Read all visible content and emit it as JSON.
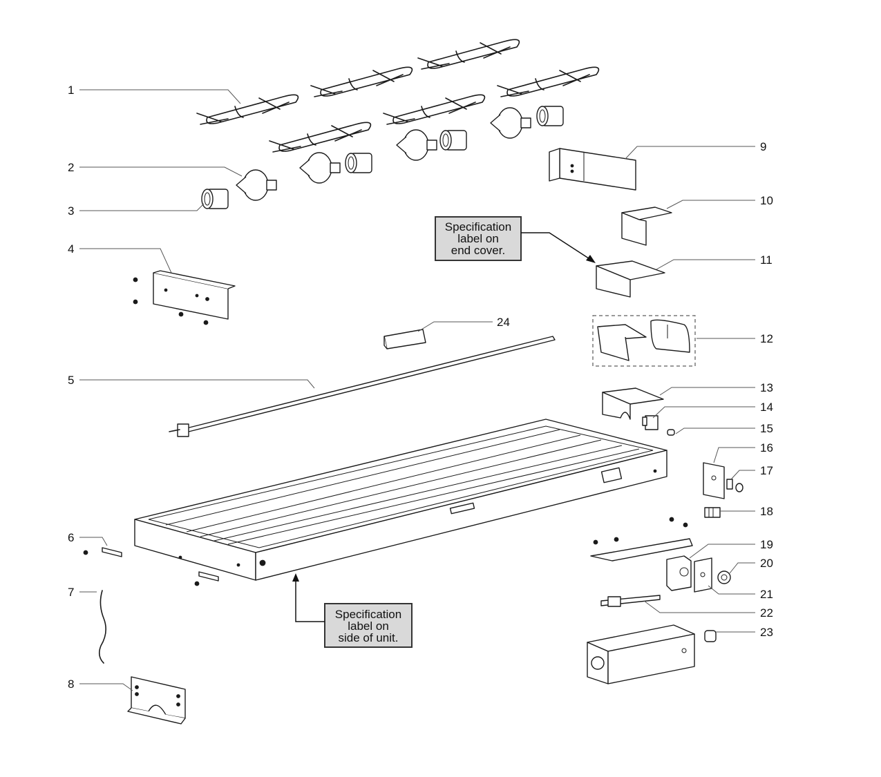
{
  "parts": [
    {
      "num": "1"
    },
    {
      "num": "2"
    },
    {
      "num": "3"
    },
    {
      "num": "4"
    },
    {
      "num": "5"
    },
    {
      "num": "6"
    },
    {
      "num": "7"
    },
    {
      "num": "8"
    },
    {
      "num": "9"
    },
    {
      "num": "10"
    },
    {
      "num": "11"
    },
    {
      "num": "12"
    },
    {
      "num": "13"
    },
    {
      "num": "14"
    },
    {
      "num": "15"
    },
    {
      "num": "16"
    },
    {
      "num": "17"
    },
    {
      "num": "18"
    },
    {
      "num": "19"
    },
    {
      "num": "20"
    },
    {
      "num": "21"
    },
    {
      "num": "22"
    },
    {
      "num": "23"
    },
    {
      "num": "24"
    }
  ],
  "callouts": {
    "end_cover": [
      "Specification",
      "label on",
      "end cover."
    ],
    "side_unit": [
      "Specification",
      "label on",
      "side of unit."
    ]
  }
}
